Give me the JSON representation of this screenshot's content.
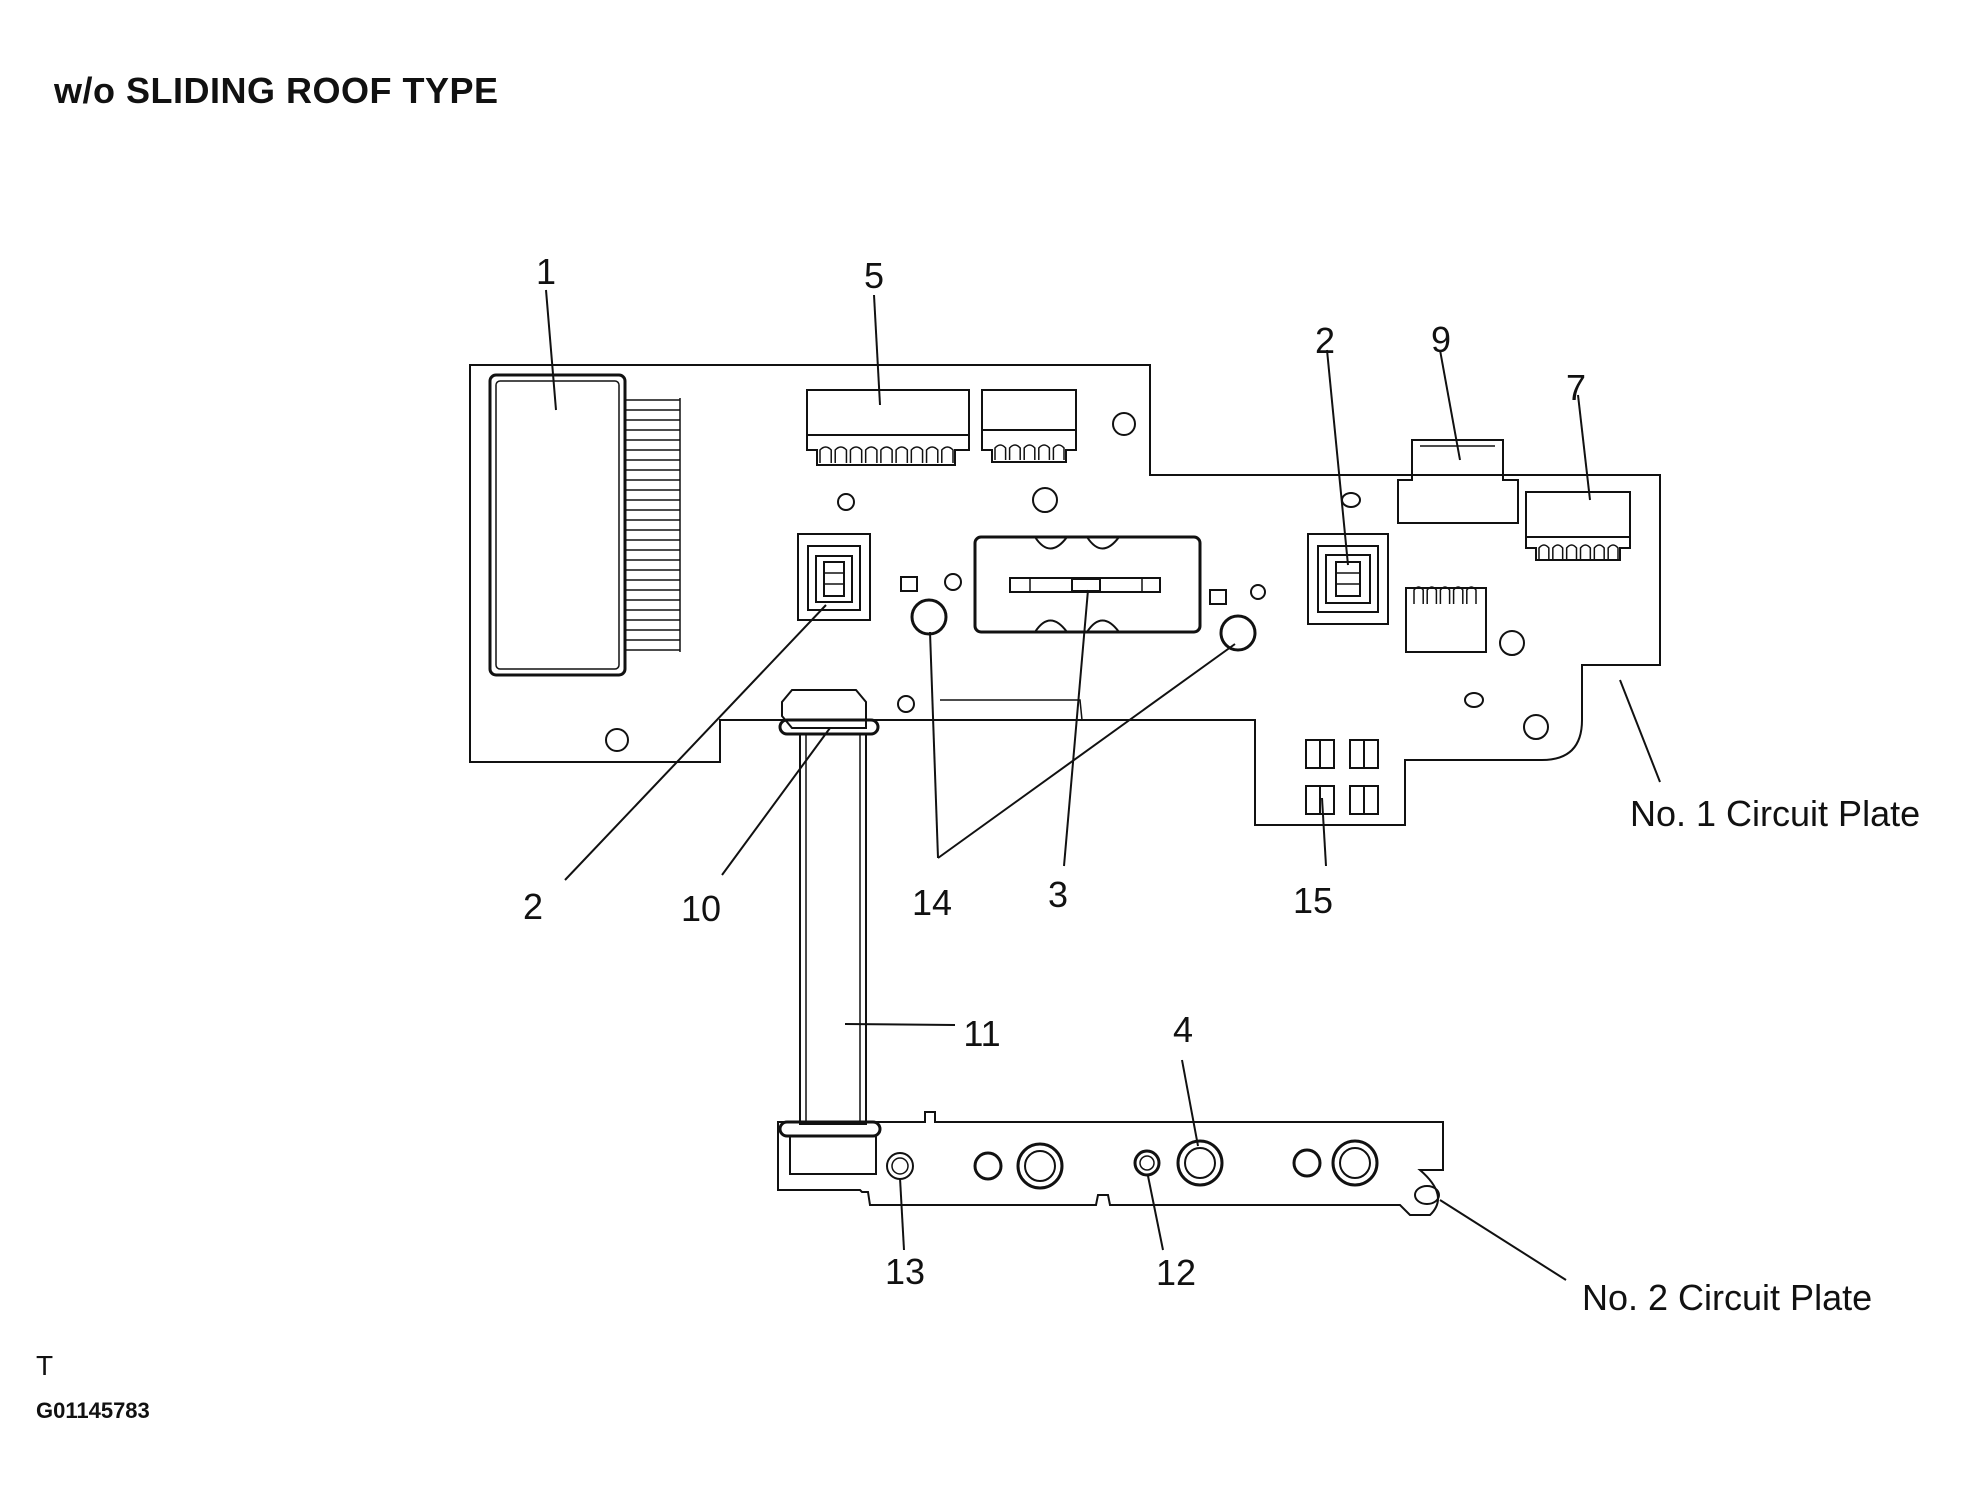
{
  "diagram": {
    "title": "w/o SLIDING ROOF TYPE",
    "corner_mark": "T",
    "figure_code": "G01145783",
    "callouts": [
      {
        "id": "c1",
        "label": "1"
      },
      {
        "id": "c5",
        "label": "5"
      },
      {
        "id": "c2a",
        "label": "2"
      },
      {
        "id": "c9",
        "label": "9"
      },
      {
        "id": "c7",
        "label": "7"
      },
      {
        "id": "c2b",
        "label": "2"
      },
      {
        "id": "c10",
        "label": "10"
      },
      {
        "id": "c14",
        "label": "14"
      },
      {
        "id": "c3",
        "label": "3"
      },
      {
        "id": "c15",
        "label": "15"
      },
      {
        "id": "c11",
        "label": "11"
      },
      {
        "id": "c4",
        "label": "4"
      },
      {
        "id": "c13",
        "label": "13"
      },
      {
        "id": "c12",
        "label": "12"
      }
    ],
    "plates": [
      {
        "id": "plate1",
        "label": "No. 1 Circuit Plate"
      },
      {
        "id": "plate2",
        "label": "No. 2 Circuit Plate"
      }
    ]
  }
}
